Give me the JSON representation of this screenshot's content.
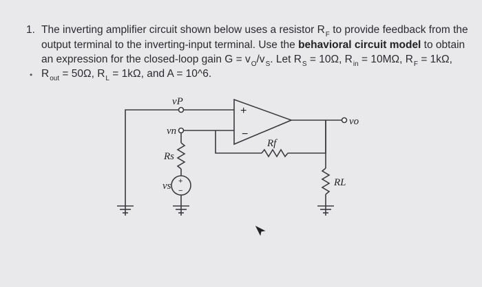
{
  "problem": {
    "number": "1.",
    "line1": "The inverting amplifier circuit shown below uses a resistor R",
    "line1_sub": "F",
    "line1_end": " to provide feedback from the",
    "line2_pre": "output terminal to the inverting-input terminal. Use the ",
    "line2_bold": "behavioral circuit model",
    "line2_post": " to obtain",
    "line3_a": "an expression for the closed-loop gain G = v",
    "line3_sub_o": "O",
    "line3_b": "/v",
    "line3_sub_s": "S",
    "line3_c": ". Let R",
    "line3_sub_s2": "S",
    "line3_d": " = 10Ω, R",
    "line3_sub_in": "in",
    "line3_e": " = 10MΩ, R",
    "line3_sub_f": "F",
    "line3_f": " = 1kΩ,",
    "line4_a": "R",
    "line4_sub_out": "out",
    "line4_b": " = 50Ω, R",
    "line4_sub_l": "L",
    "line4_c": " = 1kΩ, and A = 10^6."
  },
  "circuit": {
    "label_vp": "vP",
    "label_vn": "vn",
    "label_rs": "Rs",
    "label_vs": "vs",
    "label_rf": "Rf",
    "label_vo": "vo",
    "label_rl": "RL",
    "plus_sign": "+",
    "minus_sign": "−",
    "src_plus": "+",
    "src_minus": "−"
  }
}
